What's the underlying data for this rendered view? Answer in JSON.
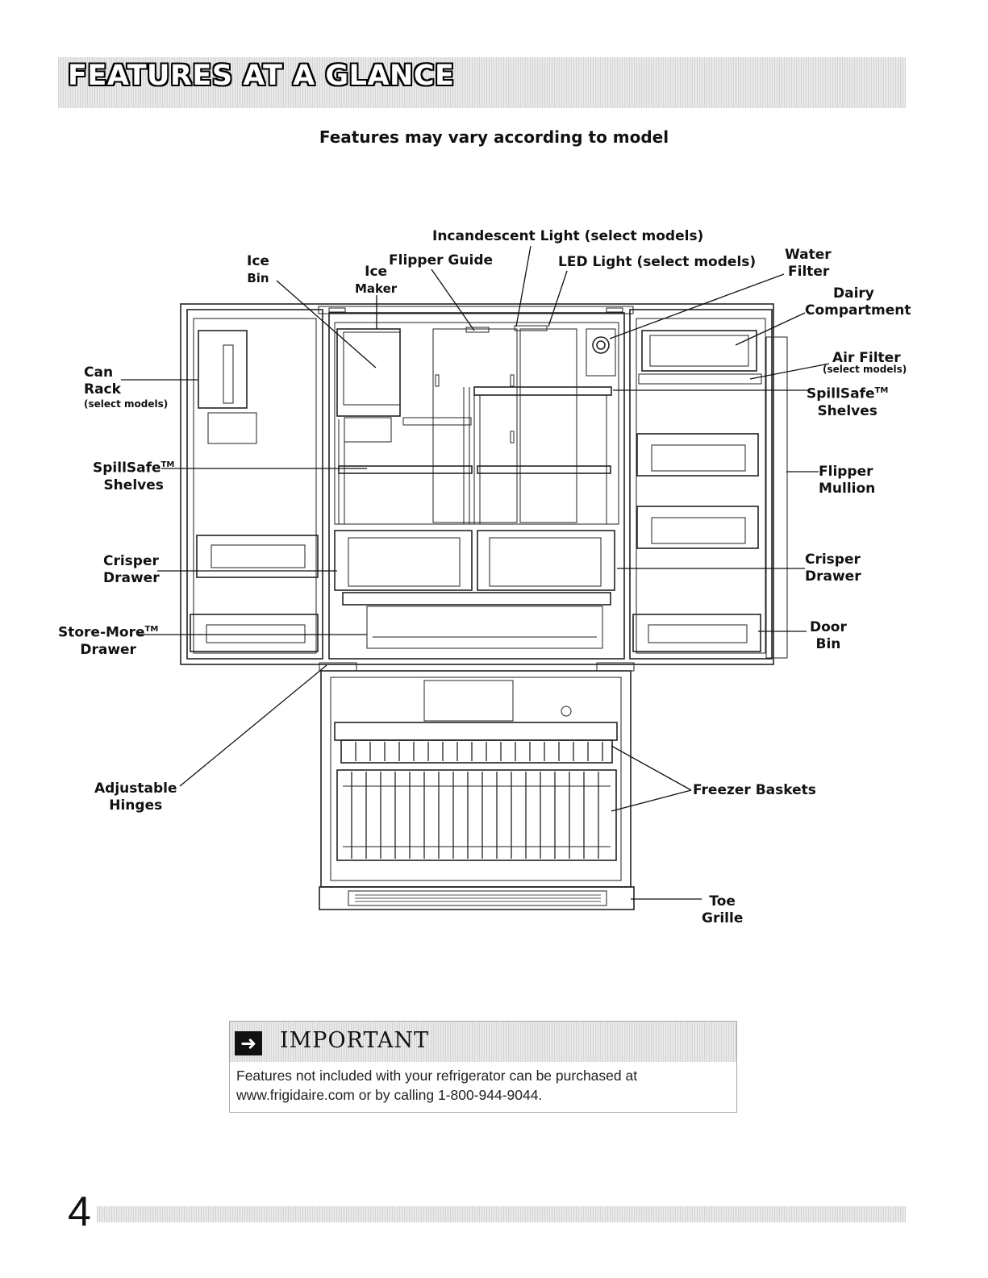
{
  "header": {
    "title": "FEATURES AT A GLANCE"
  },
  "subtitle": "Features may vary according to model",
  "labels": {
    "incandescent_light": "Incandescent Light (select models)",
    "ice_bin_1": "Ice",
    "ice_bin_2": "Bin",
    "ice_maker_1": "Ice",
    "ice_maker_2": "Maker",
    "flipper_guide": "Flipper Guide",
    "led_light": "LED Light (select models)",
    "water_filter_1": "Water",
    "water_filter_2": "Filter",
    "dairy_1": "Dairy",
    "dairy_2": "Compartment",
    "can_rack_1": "Can",
    "can_rack_2": "Rack",
    "can_rack_sub": "(select models)",
    "air_filter": "Air Filter",
    "air_filter_sub": "(select models)",
    "spillsafe_right_1": "SpillSafe",
    "spillsafe_right_2": "Shelves",
    "spillsafe_left_1": "SpillSafe",
    "spillsafe_left_2": "Shelves",
    "tm": "TM",
    "flipper_mullion_1": "Flipper",
    "flipper_mullion_2": "Mullion",
    "crisper_left_1": "Crisper",
    "crisper_left_2": "Drawer",
    "crisper_right_1": "Crisper",
    "crisper_right_2": "Drawer",
    "store_more_1": "Store-More",
    "store_more_2": "Drawer",
    "door_bin_1": "Door",
    "door_bin_2": "Bin",
    "hinges_1": "Adjustable",
    "hinges_2": "Hinges",
    "freezer_baskets": "Freezer Baskets",
    "toe_grille_1": "Toe",
    "toe_grille_2": "Grille"
  },
  "important": {
    "title": "IMPORTANT",
    "icon": "arrow-right-icon",
    "line1": "Features not included with your refrigerator can be purchased at",
    "line2": "www.frigidaire.com or by calling 1-800-944-9044."
  },
  "page_number": "4"
}
